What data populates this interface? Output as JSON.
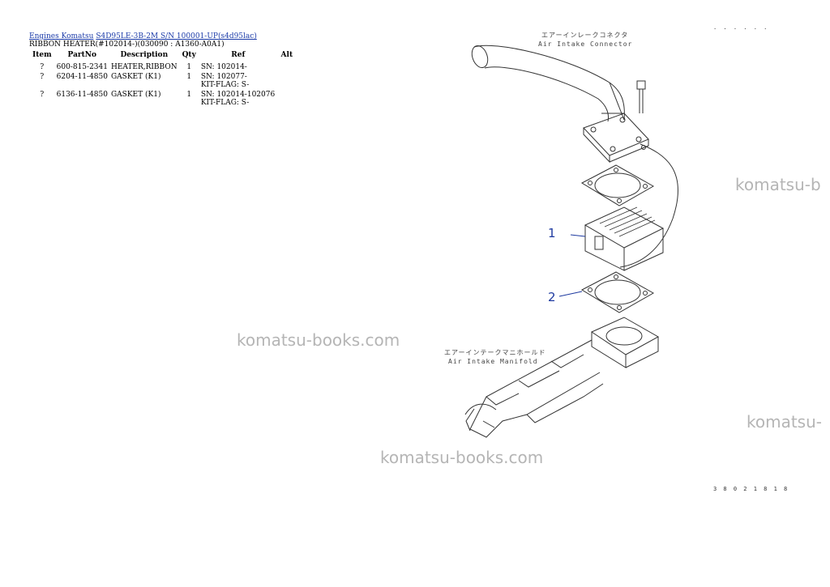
{
  "breadcrumb": {
    "link1": "Engines Komatsu",
    "link2": "S4D95LE-3B-2M S/N 100001-UP(s4d95lac)"
  },
  "section_title": "RIBBON HEATER(#102014-)(030090 : A1360-A0A1)",
  "table": {
    "headers": [
      "Item",
      "PartNo",
      "Description",
      "Qty",
      "Ref",
      "Alt"
    ],
    "rows": [
      {
        "item": "?",
        "part": "600-815-2341",
        "desc": "HEATER,RIBBON",
        "qty": "1",
        "ref1": "SN: 102014-",
        "ref2": ""
      },
      {
        "item": "?",
        "part": "6204-11-4850",
        "desc": "GASKET (K1)",
        "qty": "1",
        "ref1": "SN: 102077-",
        "ref2": "KIT-FLAG: S-"
      },
      {
        "item": "?",
        "part": "6136-11-4850",
        "desc": "GASKET (K1)",
        "qty": "1",
        "ref1": "SN: 102014-102076",
        "ref2": "KIT-FLAG: S-"
      }
    ]
  },
  "diagram": {
    "label_connector_jp": "エアーインレークコネクタ",
    "label_connector_en": "Air Intake Connector",
    "label_manifold_jp": "エアーインテークマニホールド",
    "label_manifold_en": "Air Intake Manifold",
    "callout_1": "1",
    "callout_2": "2",
    "corner_code": "· · · · · ·",
    "drawing_code": "3 8 0 2 1 8 1 8"
  },
  "watermarks": {
    "w1": "komatsu-b",
    "w2": "komatsu-books.com",
    "w3": "komatsu-",
    "w4": "komatsu-books.com"
  },
  "colors": {
    "link": "#1a3aa8",
    "callout": "#1e3aa0",
    "watermark": "#b5b5b5"
  }
}
